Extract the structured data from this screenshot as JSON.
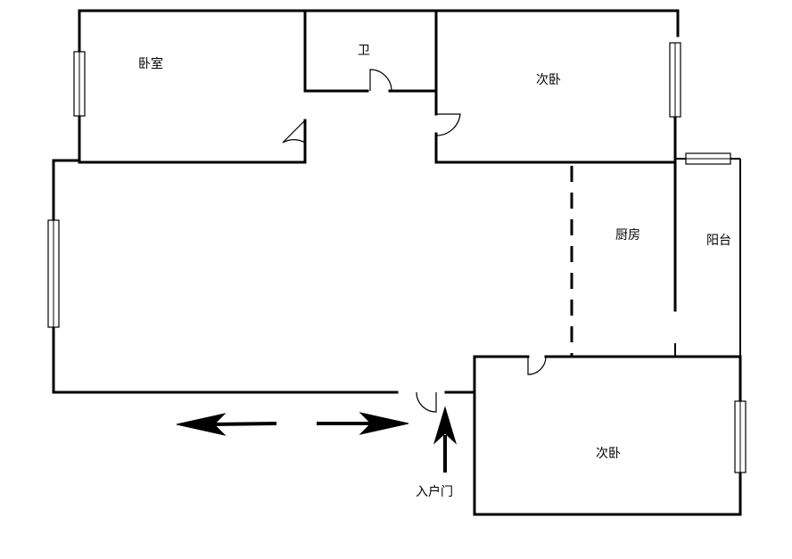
{
  "rooms": {
    "master_bedroom": "卧室",
    "bathroom": "卫",
    "second_bedroom_top": "次卧",
    "kitchen": "厨房",
    "balcony": "阳台",
    "second_bedroom_bottom": "次卧"
  },
  "entrance": {
    "label": "入户门"
  }
}
